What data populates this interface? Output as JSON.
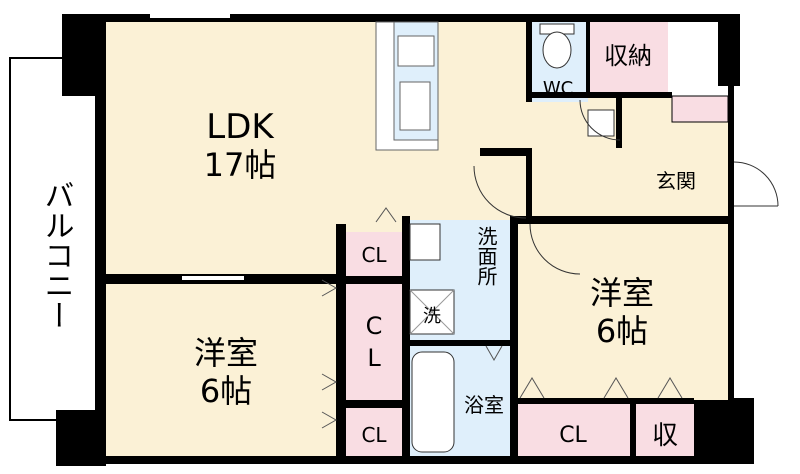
{
  "colors": {
    "floor": "#fbf1d6",
    "wet_area": "#dfeffb",
    "storage": "#f9dde3",
    "wall": "#000000",
    "balcony": "#ffffff"
  },
  "rooms": {
    "ldk_name": "LDK",
    "ldk_size": "17帖",
    "western1_name": "洋室",
    "western1_size": "6帖",
    "western2_name": "洋室",
    "western2_size": "6帖",
    "entrance": "玄関",
    "wc": "WC",
    "storage_top": "収納",
    "washroom": "洗面所",
    "washer": "洗",
    "bath": "浴室",
    "balcony": "バルコニー"
  },
  "closets": {
    "cl_top": "CL",
    "cl_mid_c": "C",
    "cl_mid_l": "L",
    "cl_bottom": "CL",
    "cl_right": "CL",
    "shu": "収"
  }
}
